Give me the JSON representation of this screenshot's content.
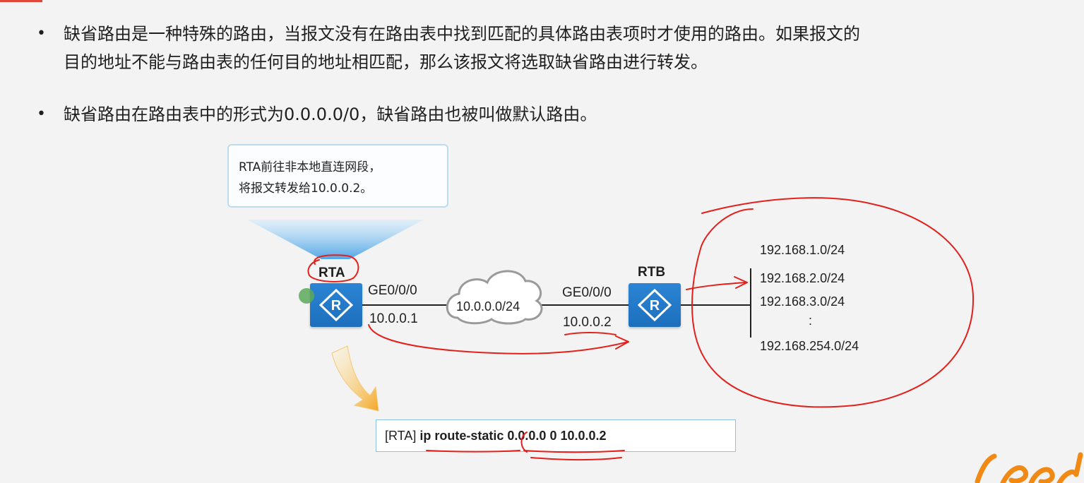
{
  "bullets": [
    {
      "symbol": "•",
      "lines": [
        "缺省路由是一种特殊的路由，当报文没有在路由表中找到匹配的具体路由表项时才使用的路由。如果报文的",
        "目的地址不能与路由表的任何目的地址相匹配，那么该报文将选取缺省路由进行转发。"
      ]
    },
    {
      "symbol": "•",
      "lines": [
        "缺省路由在路由表中的形式为0.0.0.0/0，缺省路由也被叫做默认路由。"
      ]
    }
  ],
  "callout": {
    "line1": "RTA前往非本地直连网段，",
    "line2": "将报文转发给10.0.0.2。"
  },
  "topology": {
    "rta": {
      "name": "RTA",
      "port": "GE0/0/0",
      "ip": "10.0.0.1"
    },
    "cloud": "10.0.0.0/24",
    "rtb": {
      "name": "RTB",
      "port": "GE0/0/0",
      "ip": "10.0.0.2"
    },
    "networks": [
      "192.168.1.0/24",
      "192.168.2.0/24",
      "192.168.3.0/24",
      ":",
      "192.168.254.0/24"
    ]
  },
  "command": {
    "prompt": "[RTA]",
    "keyword": "ip route-static",
    "args": "0.0.0.0 0 10.0.0.2"
  },
  "colors": {
    "router_blue": "#1d6fbd",
    "annotation_red": "#e3201b",
    "handwriting_orange": "#f08a14",
    "callout_border": "#bcdcee",
    "cmd_border": "#8fc3e6"
  }
}
